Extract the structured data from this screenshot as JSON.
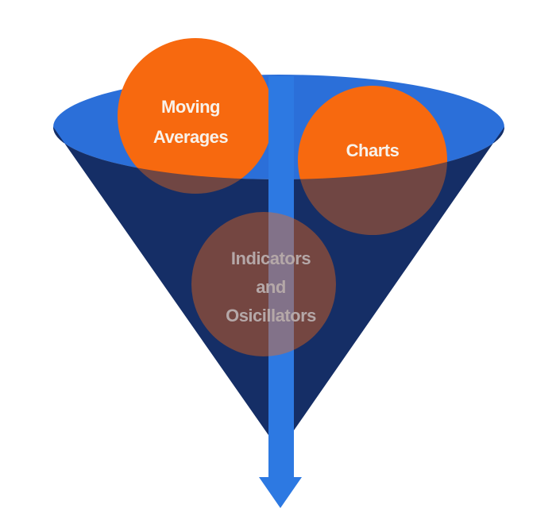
{
  "diagram": {
    "background_color": "#ffffff",
    "funnel": {
      "rim_color": "#2b6fd9",
      "cone_color": "#162e66"
    },
    "arrow": {
      "color": "#2d79e2"
    },
    "bubbles": {
      "moving_averages": {
        "lines": [
          "Moving",
          "Averages"
        ],
        "fill": "#f7690f",
        "text_color": "#f8f2ea"
      },
      "charts": {
        "lines": [
          "Charts"
        ],
        "fill": "#f7690f",
        "text_color": "#f8f2ea"
      },
      "indicators": {
        "lines": [
          "Indicators",
          "and",
          "Osicillators"
        ],
        "fill": "#f7690f",
        "text_color": "#b5a8a8"
      }
    }
  }
}
